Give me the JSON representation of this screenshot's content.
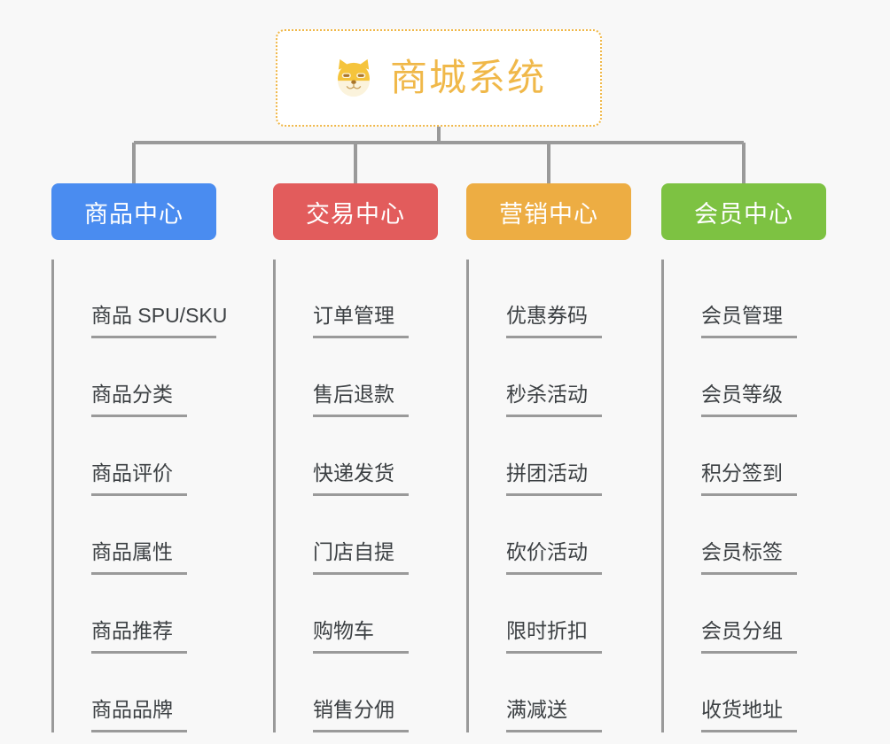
{
  "background_color": "#F8F8F8",
  "root": {
    "title": "商城系统",
    "icon": "shiba-dog-emoji",
    "border_color": "#F0B849",
    "text_color": "#F0B849",
    "background_color": "#FFFFFF"
  },
  "connector_color": "#9A9A9A",
  "branches": [
    {
      "label": "商品中心",
      "color": "#4A8CF0",
      "items": [
        "商品 SPU/SKU",
        "商品分类",
        "商品评价",
        "商品属性",
        "商品推荐",
        "商品品牌"
      ]
    },
    {
      "label": "交易中心",
      "color": "#E25C5C",
      "items": [
        "订单管理",
        "售后退款",
        "快递发货",
        "门店自提",
        "购物车",
        "销售分佣"
      ]
    },
    {
      "label": "营销中心",
      "color": "#EDAD43",
      "items": [
        "优惠券码",
        "秒杀活动",
        "拼团活动",
        "砍价活动",
        "限时折扣",
        "满减送"
      ]
    },
    {
      "label": "会员中心",
      "color": "#7DC242",
      "items": [
        "会员管理",
        "会员等级",
        "积分签到",
        "会员标签",
        "会员分组",
        "收货地址"
      ]
    }
  ]
}
